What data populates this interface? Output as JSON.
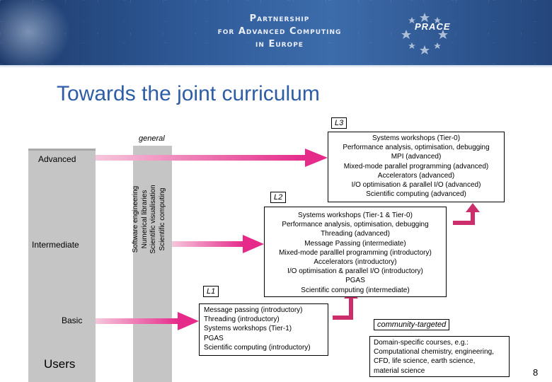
{
  "header": {
    "line1": "Partnership",
    "line2": "for Advanced Computing",
    "line3": "in Europe",
    "logo_text": "PRACE",
    "colors": {
      "banner": "#2f5a98",
      "title": "#2e5da5",
      "arrow": "#cc2e6b",
      "arrow_bright": "#e52a8a"
    }
  },
  "title": "Towards the joint curriculum",
  "users": {
    "label": "Users",
    "levels": [
      "Advanced",
      "Intermediate",
      "Basic"
    ]
  },
  "software": {
    "lines": [
      "Software engineering",
      "Numerical libraries",
      "Scientific visualisation",
      "Scientific computing"
    ]
  },
  "tags": {
    "general": "general",
    "l3": "L3",
    "l2": "L2",
    "l1": "L1",
    "community": "community-targeted"
  },
  "l3_box": [
    "Systems workshops (Tier-0)",
    "Performance analysis, optimisation, debugging",
    "MPI (advanced)",
    "Mixed-mode parallel programming (advanced)",
    "Accelerators (advanced)",
    "I/O optimisation & parallel I/O (advanced)",
    "Scientific computing (advanced)"
  ],
  "l2_box": [
    "Systems workshops (Tier-1 & Tier-0)",
    "Performance analysis, optimisation, debugging",
    "Threading (advanced)",
    "Message Passing (intermediate)",
    "Mixed-mode paralllel programming (introductory)",
    "Accelerators (introductory)",
    "I/O optimisation & parallel I/O (introductory)",
    "PGAS",
    "Scientific computing (intermediate)"
  ],
  "l1_box": [
    "Message passing (introductory)",
    "Threading (introductory)",
    "Systems workshops (Tier-1)",
    "PGAS",
    "Scientific computing (introductory)"
  ],
  "community_box": [
    "Domain-specific courses, e.g.:",
    "Computational chemistry, engineering,",
    "CFD, life science, earth science,",
    "material science"
  ],
  "page_number": "8"
}
